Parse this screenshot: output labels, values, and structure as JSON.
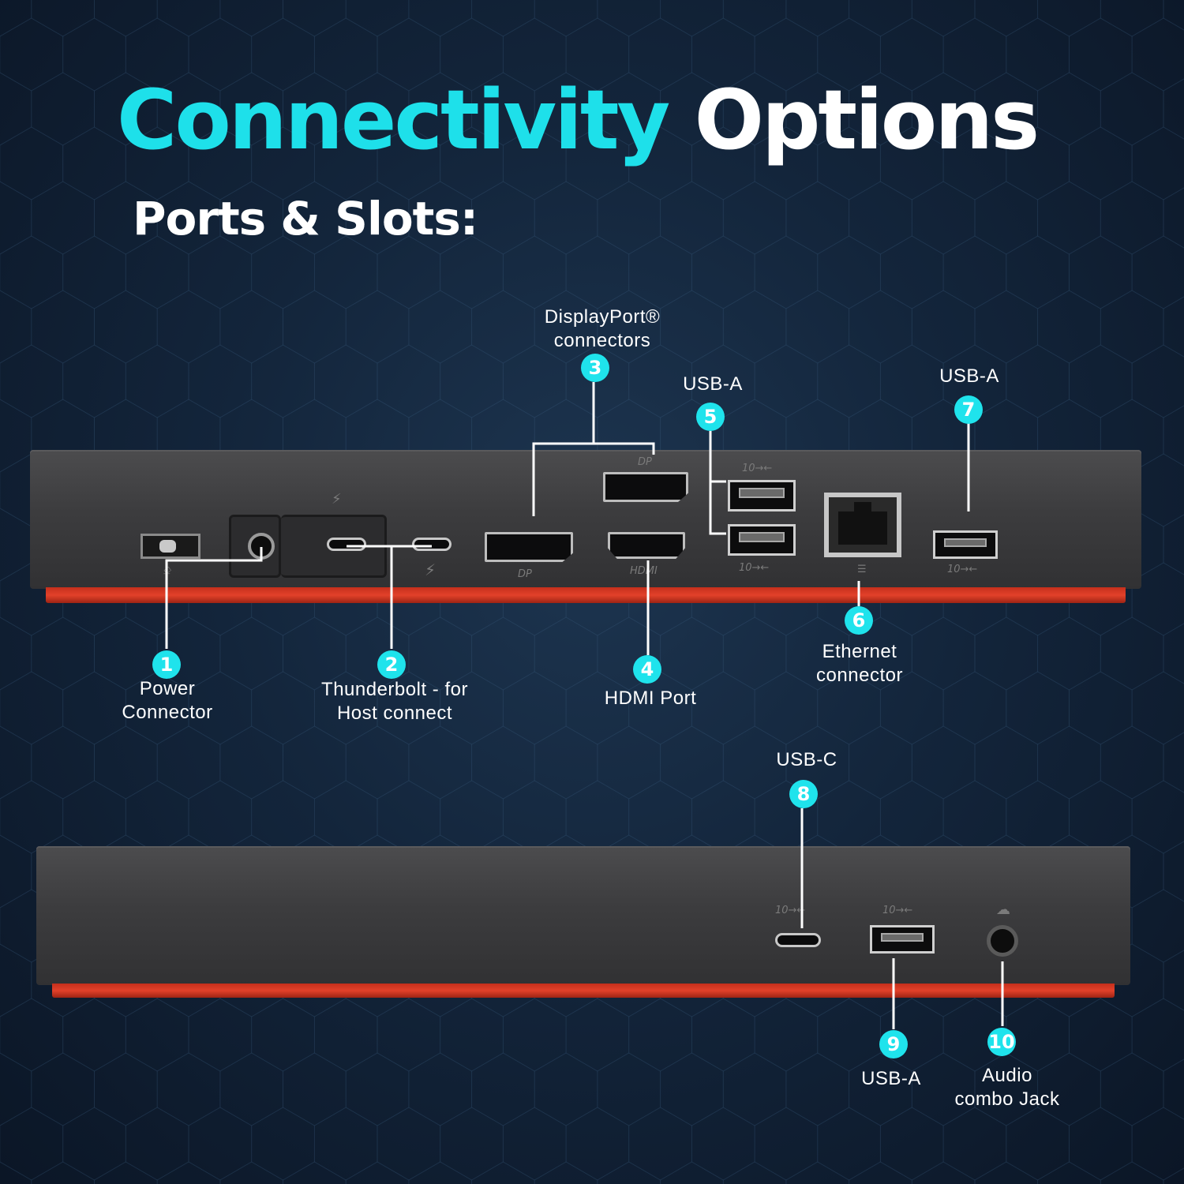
{
  "title": {
    "accent": "Connectivity",
    "rest": "Options"
  },
  "subtitle": "Ports & Slots:",
  "colors": {
    "accent": "#1ee0ea",
    "background": "#13253b",
    "dock_base": "#e2412a"
  },
  "port_glyphs": {
    "power": "⎐",
    "thunderbolt_top": "⚡",
    "thunderbolt_bottom": "⚡",
    "displayport_top": "DP",
    "displayport_bottom": "DP",
    "hdmi": "HDMI",
    "usb_top": "10→←",
    "usb_bottom": "10→←",
    "ethernet": "☰",
    "usb7": "10→←",
    "usbc_front": "10→←",
    "usb_front": "10→←",
    "audio": "☁"
  },
  "callouts": {
    "power": {
      "number": "1",
      "lines": [
        "Power",
        "Connector"
      ]
    },
    "thunderbolt": {
      "number": "2",
      "lines": [
        "Thunderbolt - for",
        "Host connect"
      ]
    },
    "displayport": {
      "number": "3",
      "lines": [
        "DisplayPort®",
        "connectors"
      ]
    },
    "hdmi": {
      "number": "4",
      "lines": [
        "HDMI Port"
      ]
    },
    "usb_a_pair": {
      "number": "5",
      "lines": [
        "USB-A"
      ]
    },
    "ethernet": {
      "number": "6",
      "lines": [
        "Ethernet",
        "connector"
      ]
    },
    "usb_a_rear": {
      "number": "7",
      "lines": [
        "USB-A"
      ]
    },
    "usb_c_front": {
      "number": "8",
      "lines": [
        "USB-C"
      ]
    },
    "usb_a_front": {
      "number": "9",
      "lines": [
        "USB-A"
      ]
    },
    "audio": {
      "number": "10",
      "lines": [
        "Audio",
        "combo Jack"
      ]
    }
  }
}
